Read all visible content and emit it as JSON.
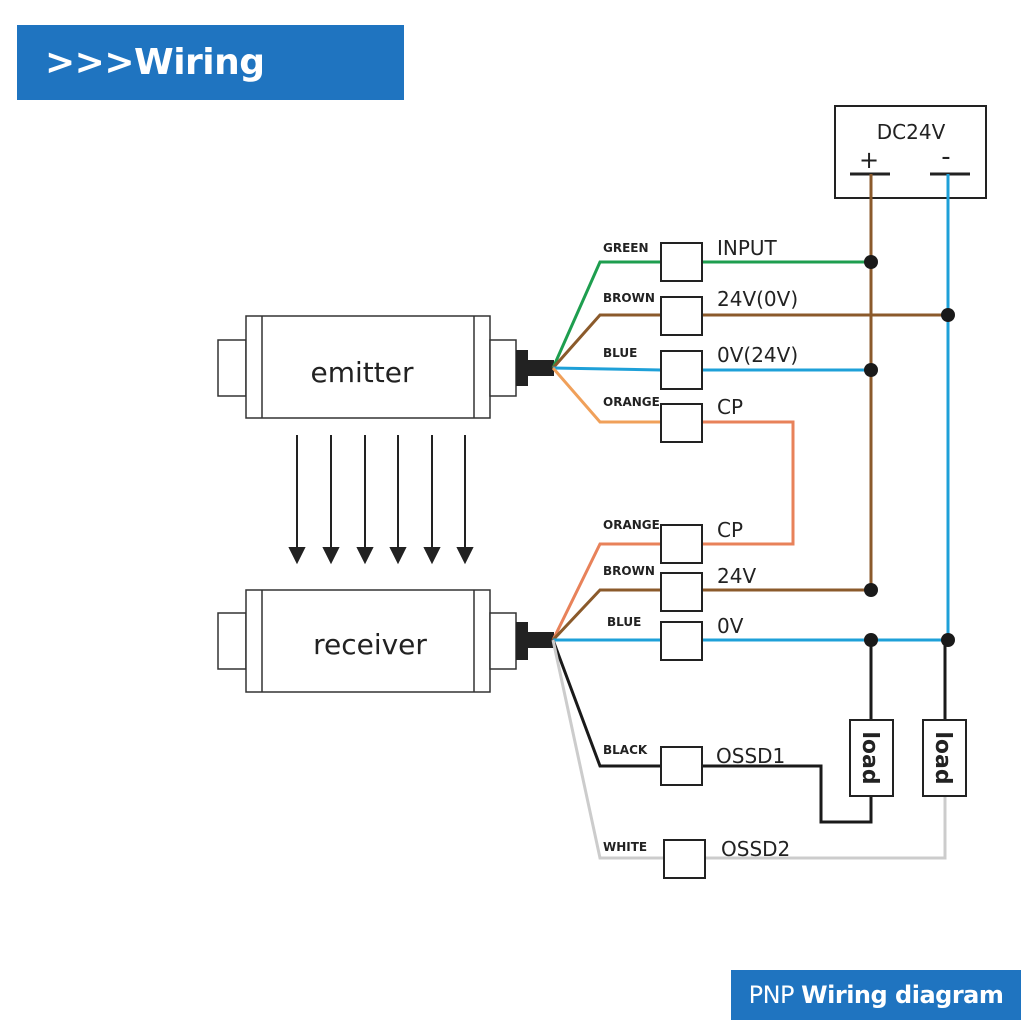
{
  "header": {
    "title": ">>>Wiring diagram"
  },
  "footer": {
    "prefix": "PNP",
    "title": "Wiring diagram"
  },
  "power_supply": {
    "label": "DC24V",
    "positive": "+",
    "negative": "-"
  },
  "devices": {
    "emitter": "emitter",
    "receiver": "receiver"
  },
  "load_label": "load",
  "colors": {
    "brand_blue": "#1f74c0",
    "green": "#1e9e4f",
    "brown": "#8b5a2b",
    "blue": "#1ea0d8",
    "orange": "#f0a05a",
    "orange_cp": "#e8825a",
    "black": "#1a1a1a",
    "white_wire": "#cccccc"
  },
  "emitter_wires": [
    {
      "color_name": "GREEN",
      "signal": "INPUT"
    },
    {
      "color_name": "BROWN",
      "signal": "24V(0V)"
    },
    {
      "color_name": "BLUE",
      "signal": "0V(24V)"
    },
    {
      "color_name": "ORANGE",
      "signal": "CP"
    }
  ],
  "receiver_wires": [
    {
      "color_name": "ORANGE",
      "signal": "CP"
    },
    {
      "color_name": "BROWN",
      "signal": "24V"
    },
    {
      "color_name": "BLUE",
      "signal": "0V"
    },
    {
      "color_name": "BLACK",
      "signal": "OSSD1"
    },
    {
      "color_name": "WHITE",
      "signal": "OSSD2"
    }
  ]
}
